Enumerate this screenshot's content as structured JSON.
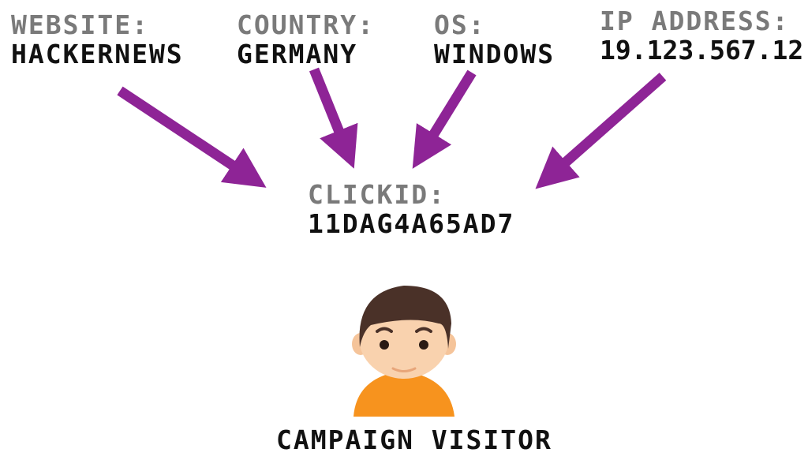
{
  "attributes": [
    {
      "label": "WEBSITE:",
      "value": "HACKERNEWS"
    },
    {
      "label": "COUNTRY:",
      "value": "GERMANY"
    },
    {
      "label": "OS:",
      "value": "WINDOWS"
    },
    {
      "label": "IP ADDRESS:",
      "value": "19.123.567.12"
    }
  ],
  "clickid": {
    "label": "CLICKID:",
    "value": "11DAG4A65AD7"
  },
  "visitor": {
    "caption": "CAMPAIGN VISITOR"
  },
  "colors": {
    "arrow": "#8e2496",
    "label": "#7a7a7a",
    "hair": "#4a3128",
    "skin": "#f9d2ae",
    "shirt": "#f7931e"
  }
}
